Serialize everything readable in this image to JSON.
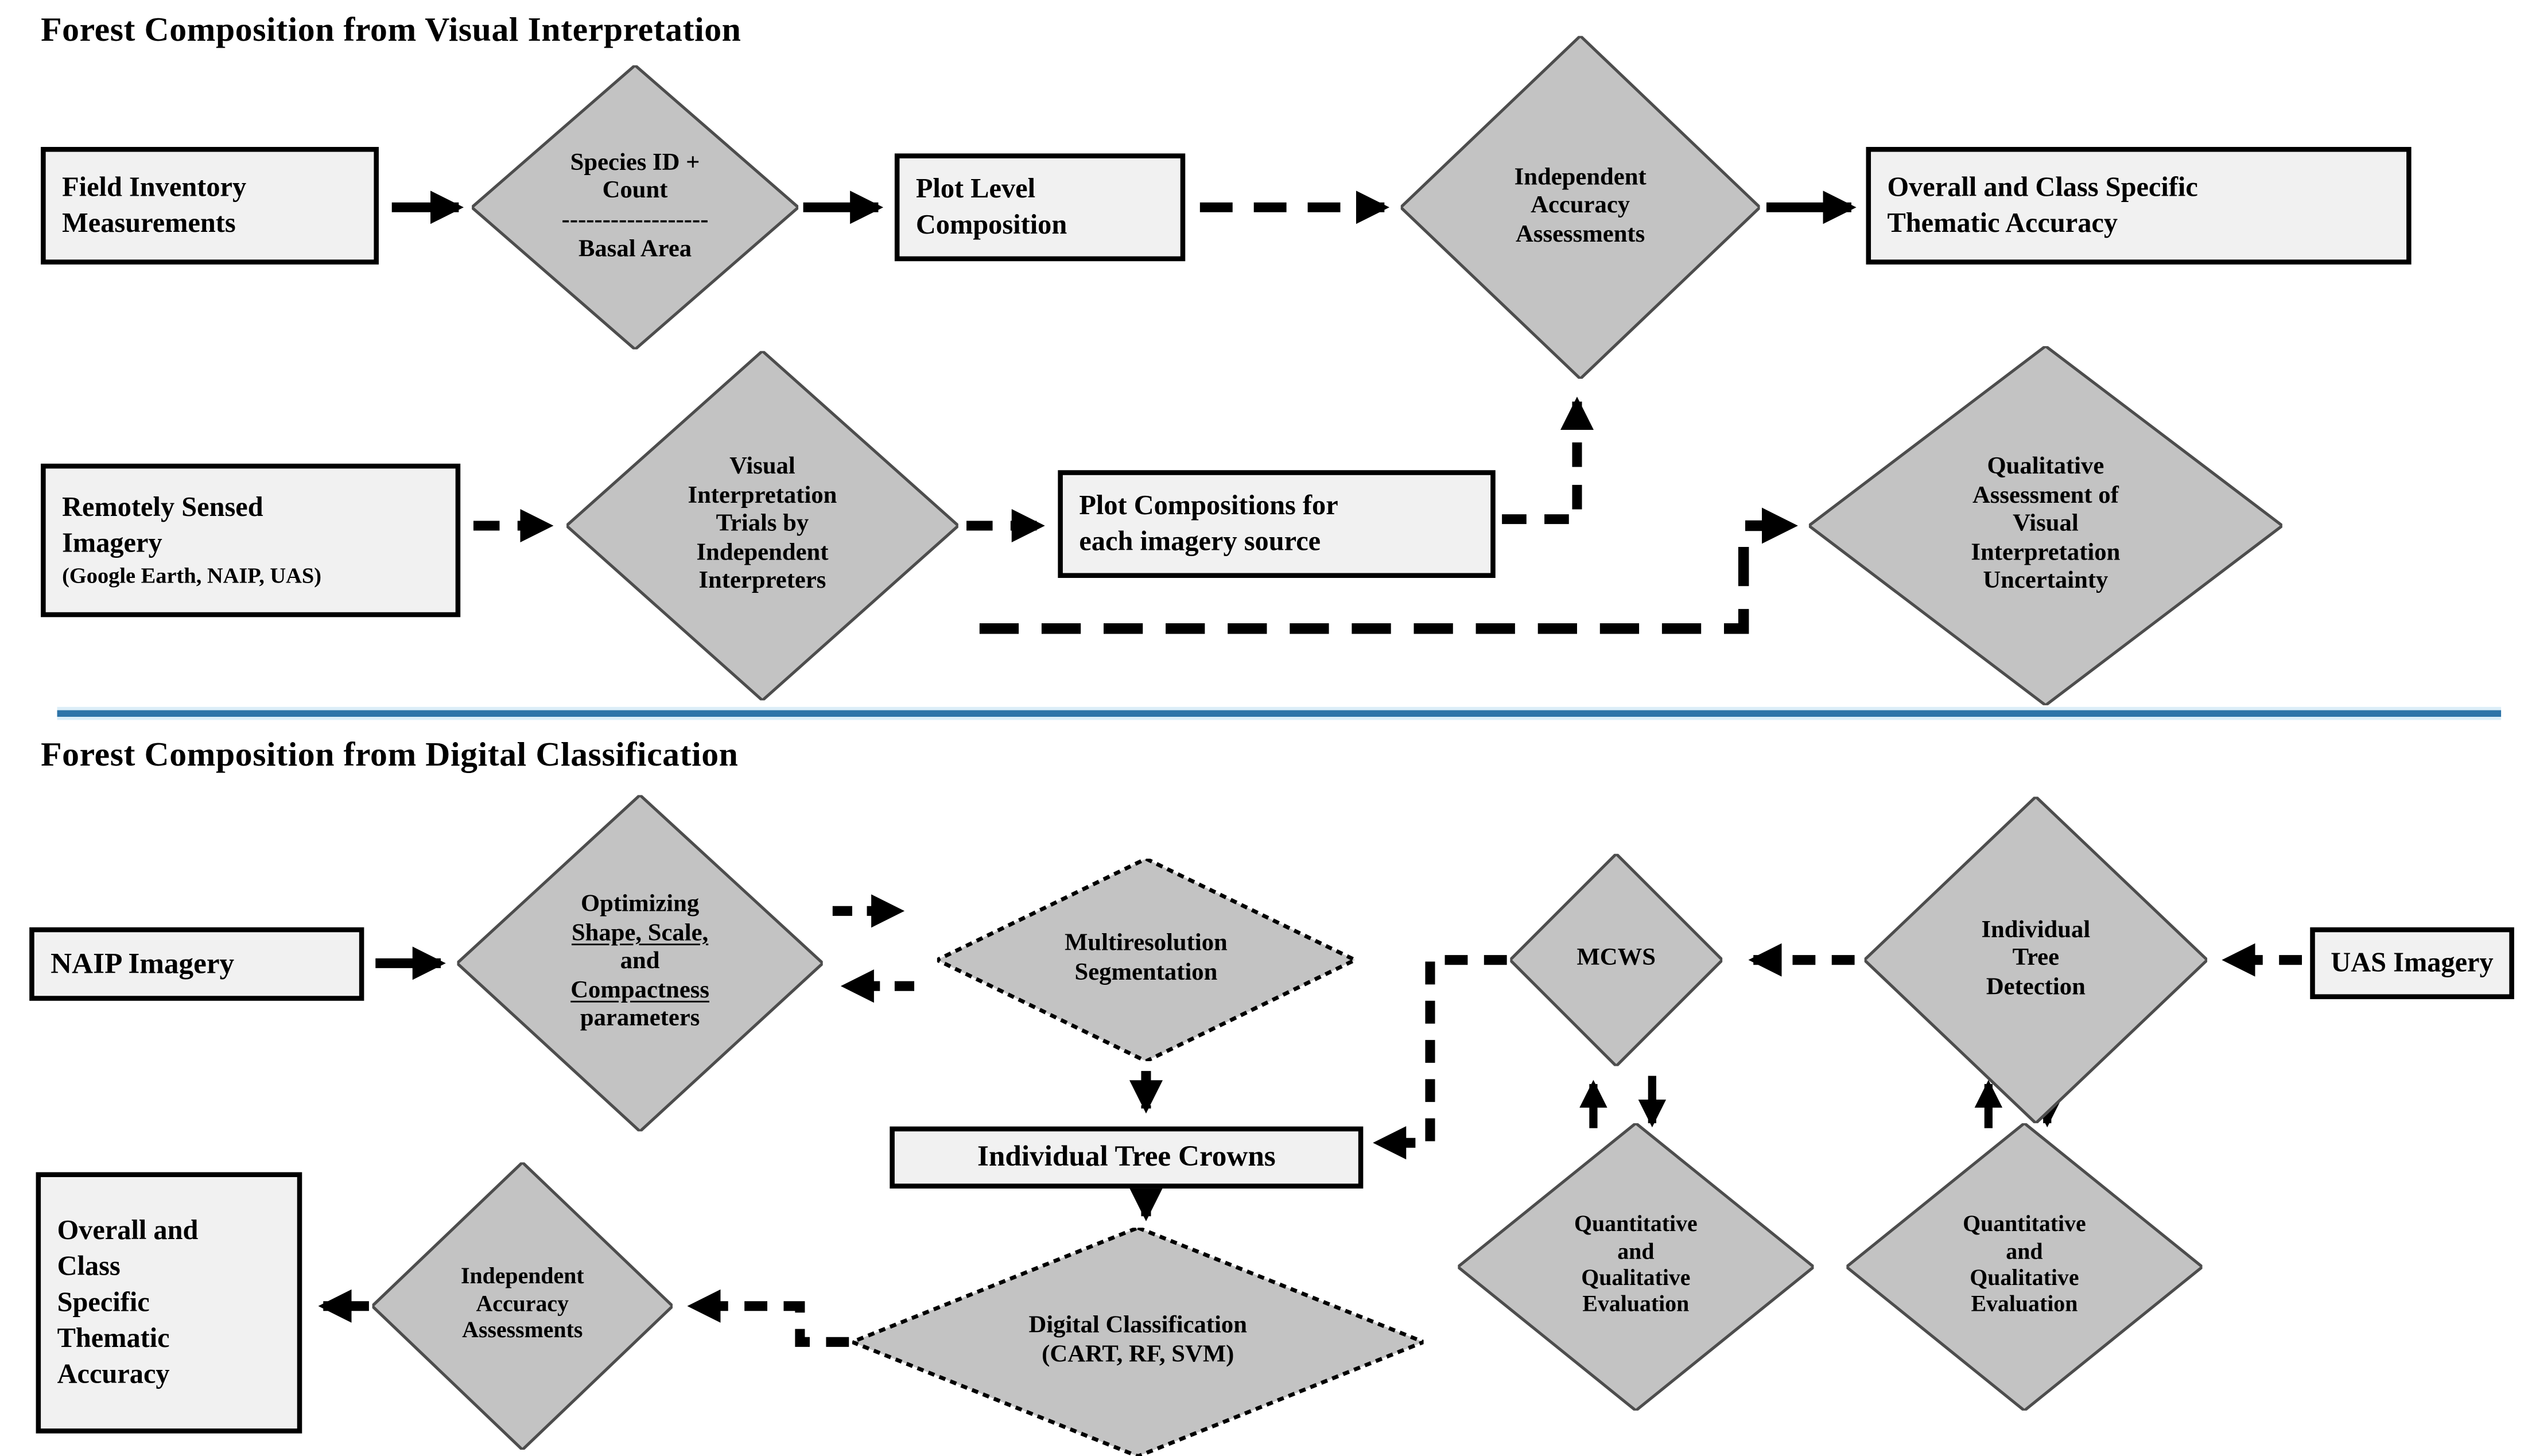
{
  "sections": {
    "top_title": "Forest Composition from Visual Interpretation",
    "bottom_title": "Forest Composition from Digital Classification"
  },
  "colors": {
    "background": "#ffffff",
    "box_fill": "#f1f1f1",
    "box_border": "#000000",
    "diamond_fill": "#c3c3c3",
    "diamond_border": "#4d4d4d",
    "arrow": "#000000",
    "divider_blue": "#2e74a8",
    "divider_glow": "#dceef8"
  },
  "nodes": {
    "field_inventory": {
      "lines": [
        {
          "t": "Field Inventory"
        },
        {
          "t": "Measurements"
        }
      ]
    },
    "species": {
      "lines": [
        {
          "t": "Species ID +"
        },
        {
          "t": "Count"
        },
        {
          "t": "------------------"
        },
        {
          "t": "Basal Area"
        }
      ]
    },
    "plot_level": {
      "lines": [
        {
          "t": "Plot Level"
        },
        {
          "t": "Composition"
        }
      ]
    },
    "iaa_top": {
      "lines": [
        {
          "t": "Independent"
        },
        {
          "t": "Accuracy"
        },
        {
          "t": "Assessments"
        }
      ]
    },
    "overall_top": {
      "lines": [
        {
          "t": "Overall and Class Specific"
        },
        {
          "t": "Thematic Accuracy"
        }
      ]
    },
    "remote": {
      "lines": [
        {
          "t": "Remotely Sensed"
        },
        {
          "t": "Imagery"
        },
        {
          "t": "(Google Earth, NAIP, UAS)",
          "s": true
        }
      ]
    },
    "vit": {
      "lines": [
        {
          "t": "Visual"
        },
        {
          "t": "Interpretation"
        },
        {
          "t": "Trials by"
        },
        {
          "t": "Independent"
        },
        {
          "t": "Interpreters"
        }
      ]
    },
    "plot_comp": {
      "lines": [
        {
          "t": "Plot Compositions for"
        },
        {
          "t": "each imagery source"
        }
      ]
    },
    "qa": {
      "lines": [
        {
          "t": "Qualitative"
        },
        {
          "t": "Assessment of"
        },
        {
          "t": "Visual"
        },
        {
          "t": "Interpretation"
        },
        {
          "t": "Uncertainty"
        }
      ]
    },
    "naip": {
      "lines": [
        {
          "t": "NAIP Imagery"
        }
      ]
    },
    "optimizing": {
      "lines": [
        {
          "t": "Optimizing"
        },
        {
          "t": "Shape, Scale,",
          "u": true
        },
        {
          "t": "and"
        },
        {
          "t": "Compactness",
          "u": true
        },
        {
          "t": "parameters"
        }
      ]
    },
    "ms": {
      "lines": [
        {
          "t": "Multiresolution"
        },
        {
          "t": "Segmentation"
        }
      ]
    },
    "itc": {
      "lines": [
        {
          "t": "Individual Tree Crowns"
        }
      ]
    },
    "dc": {
      "lines": [
        {
          "t": "Digital Classification"
        },
        {
          "t": "(CART, RF, SVM)"
        }
      ]
    },
    "iaa_bottom": {
      "lines": [
        {
          "t": "Independent"
        },
        {
          "t": "Accuracy"
        },
        {
          "t": "Assessments"
        }
      ]
    },
    "overall_bottom": {
      "lines": [
        {
          "t": "Overall and"
        },
        {
          "t": "Class"
        },
        {
          "t": "Specific"
        },
        {
          "t": "Thematic"
        },
        {
          "t": "Accuracy"
        }
      ]
    },
    "mcws": {
      "lines": [
        {
          "t": "MCWS"
        }
      ]
    },
    "itd": {
      "lines": [
        {
          "t": "Individual"
        },
        {
          "t": "Tree"
        },
        {
          "t": "Detection"
        }
      ]
    },
    "uas": {
      "lines": [
        {
          "t": "UAS Imagery"
        }
      ]
    },
    "qqe_left": {
      "lines": [
        {
          "t": "Quantitative"
        },
        {
          "t": "and"
        },
        {
          "t": "Qualitative"
        },
        {
          "t": "Evaluation"
        }
      ]
    },
    "qqe_right": {
      "lines": [
        {
          "t": "Quantitative"
        },
        {
          "t": "and"
        },
        {
          "t": "Qualitative"
        },
        {
          "t": "Evaluation"
        }
      ]
    }
  }
}
